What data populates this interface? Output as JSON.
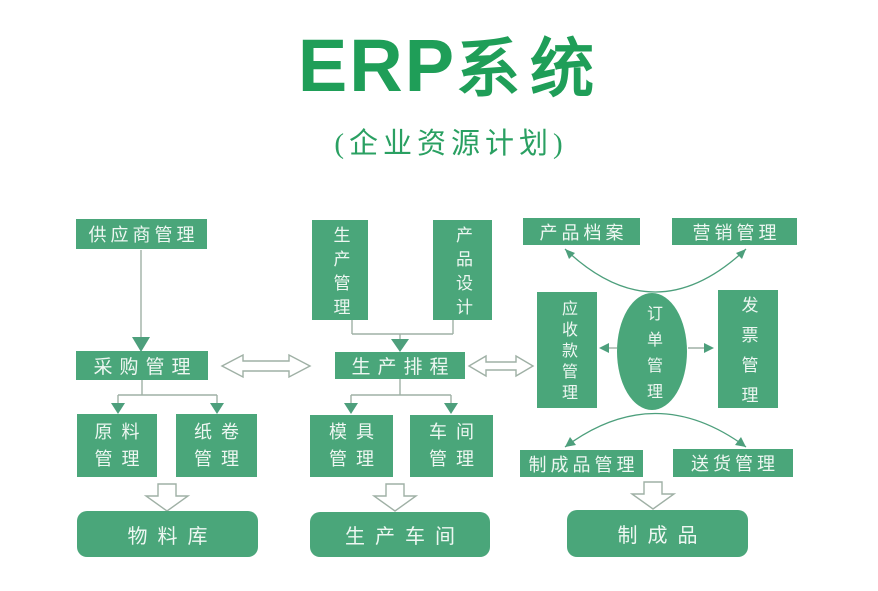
{
  "title": {
    "erp": "ERP",
    "zh": "系统",
    "subtitle": "(企业资源计划)"
  },
  "colors": {
    "title_green": "#1f9e58",
    "subtitle_green": "#2aa062",
    "box_green": "#4aa67a",
    "box_text": "#eef7f2",
    "line_gray": "#9fb0a5",
    "arrow_green": "#4d9f7c",
    "hollow_fill": "#ffffff"
  },
  "nodes": {
    "supplier": {
      "label": "供应商管理"
    },
    "purchasing": {
      "label": "采购管理"
    },
    "raw_material": {
      "line1": "原料",
      "line2": "管理"
    },
    "paper_roll": {
      "line1": "纸卷",
      "line2": "管理"
    },
    "material_warehouse": {
      "label": "物料库"
    },
    "production_mgmt": {
      "label": "生产管理"
    },
    "product_design": {
      "label": "产品设计"
    },
    "production_scheduling": {
      "label": "生产排程"
    },
    "mold": {
      "line1": "模具",
      "line2": "管理"
    },
    "workshop": {
      "line1": "车间",
      "line2": "管理"
    },
    "production_workshop": {
      "label": "生产车间"
    },
    "product_archives": {
      "label": "产品档案"
    },
    "marketing": {
      "label": "营销管理"
    },
    "accounts_receivable": {
      "label": "应收款管理"
    },
    "order": {
      "label": "订单管理"
    },
    "invoice": {
      "label": "发票管理"
    },
    "finished_goods_mgmt": {
      "label": "制成品管理"
    },
    "delivery": {
      "label": "送货管理"
    },
    "finished_goods": {
      "label": "制成品"
    }
  }
}
